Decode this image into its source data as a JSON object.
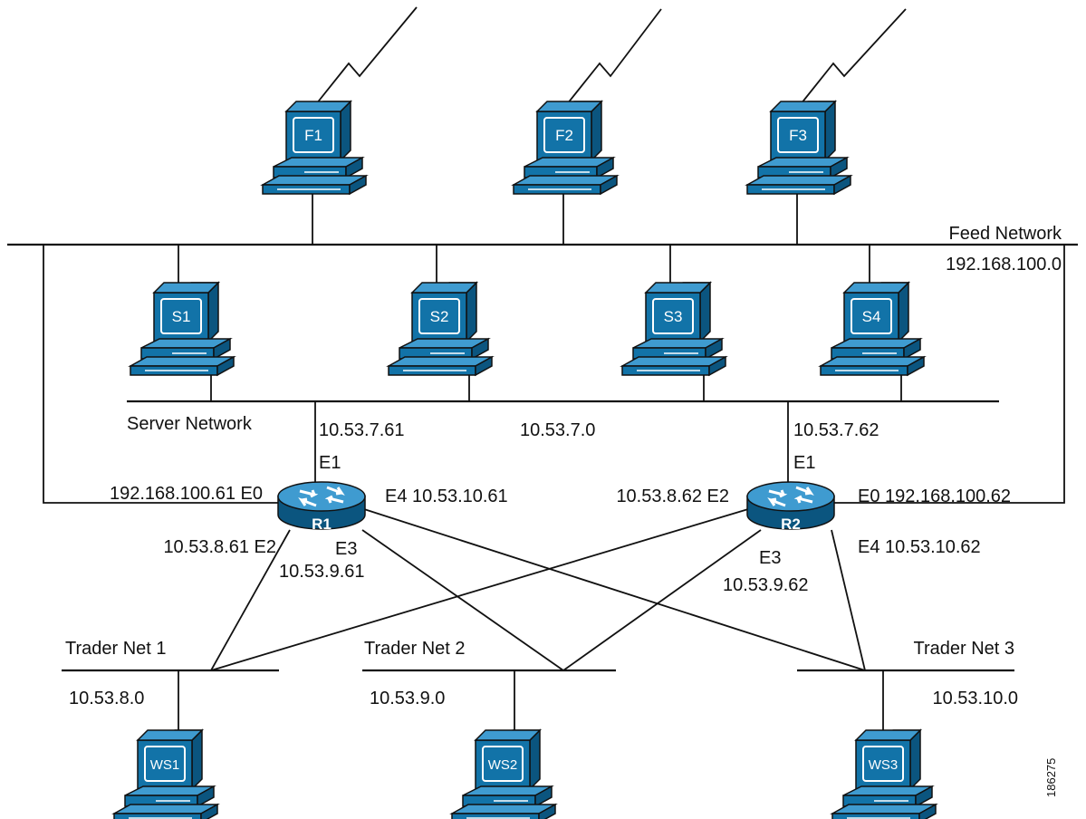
{
  "networks": {
    "feed": {
      "name": "Feed Network",
      "address": "192.168.100.0"
    },
    "server": {
      "name": "Server Network",
      "address": "10.53.7.0"
    },
    "trader1": {
      "name": "Trader Net 1",
      "address": "10.53.8.0"
    },
    "trader2": {
      "name": "Trader Net 2",
      "address": "10.53.9.0"
    },
    "trader3": {
      "name": "Trader Net 3",
      "address": "10.53.10.0"
    }
  },
  "feed_hosts": [
    "F1",
    "F2",
    "F3"
  ],
  "servers": [
    "S1",
    "S2",
    "S3",
    "S4"
  ],
  "workstations": [
    "WS1",
    "WS2",
    "WS3"
  ],
  "routers": {
    "r1": {
      "name": "R1",
      "e0": "192.168.100.61  E0",
      "e1_addr": "10.53.7.61",
      "e1": "E1",
      "e2": "10.53.8.61  E2",
      "e3": "E3",
      "e3_addr": "10.53.9.61",
      "e4": "E4  10.53.10.61"
    },
    "r2": {
      "name": "R2",
      "e0": "E0 192.168.100.62",
      "e1_addr": "10.53.7.62",
      "e1": "E1",
      "e2": "10.53.8.62  E2",
      "e3": "E3",
      "e3_addr": "10.53.9.62",
      "e4": "E4  10.53.10.62"
    }
  },
  "figure_id": "186275",
  "colors": {
    "device_fill": "#1273a8",
    "device_light": "#3f9bd0",
    "device_dark": "#0b557f",
    "line": "#111111"
  }
}
